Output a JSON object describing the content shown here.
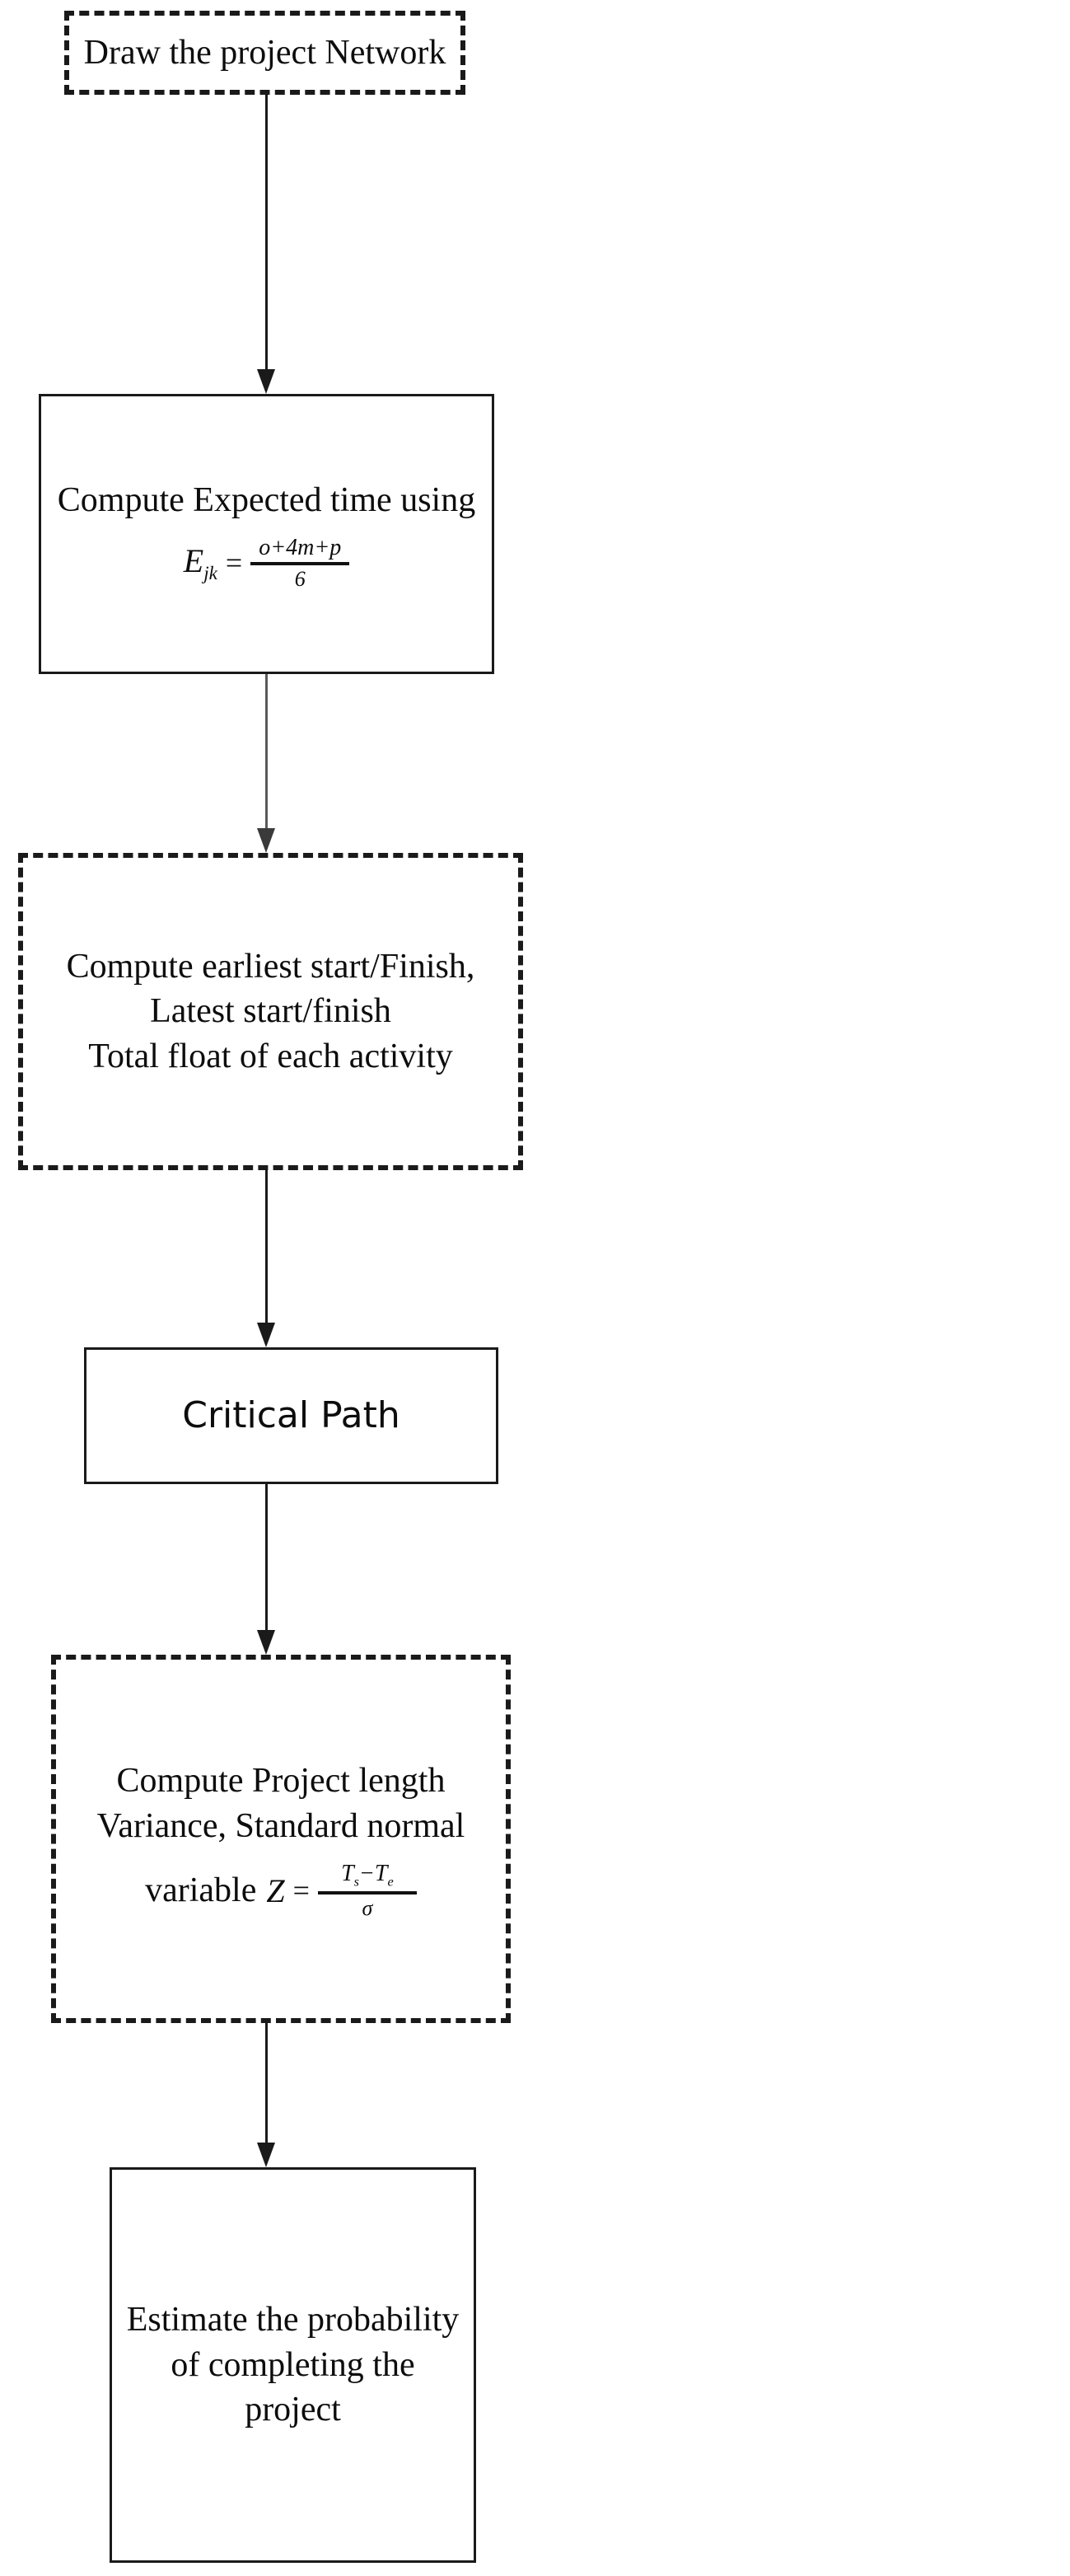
{
  "diagram": {
    "title": "PERT / CPM project analysis flowchart",
    "accent_color": "#1a1a1a",
    "background_color": "#ffffff",
    "nodes": [
      {
        "id": "draw-network",
        "shape": "dashed-rectangle",
        "lines": [
          "Draw the project Network"
        ]
      },
      {
        "id": "expected-time",
        "shape": "solid-rectangle",
        "lines": [
          "Compute Expected time using"
        ],
        "formula": {
          "lhs": "E",
          "lhs_sub": "jk",
          "operator": "=",
          "numerator": "o+4m+p",
          "denominator": "6"
        }
      },
      {
        "id": "floats",
        "shape": "dashed-rectangle",
        "lines": [
          "Compute earliest start/Finish,",
          "Latest start/finish",
          "Total float of each activity"
        ]
      },
      {
        "id": "critical-path",
        "shape": "solid-rectangle",
        "lines": [
          "Critical Path"
        ]
      },
      {
        "id": "project-length",
        "shape": "dashed-rectangle",
        "lines": [
          "Compute Project length",
          "Variance, Standard normal"
        ],
        "formula": {
          "label": "variable",
          "lhs": "Z",
          "operator": "=",
          "numerator_left": "T",
          "numerator_left_sub": "s",
          "numerator_minus": "−",
          "numerator_right": "T",
          "numerator_right_sub": "e",
          "denominator": "σ"
        }
      },
      {
        "id": "estimate-probability",
        "shape": "solid-rectangle",
        "lines": [
          "Estimate the probability",
          "of completing the",
          "project"
        ]
      }
    ],
    "connectors": [
      {
        "id": "draw-to-expected",
        "from": "draw-network",
        "to": "expected-time",
        "style": "solid-arrow-down"
      },
      {
        "id": "expected-to-floats",
        "from": "expected-time",
        "to": "floats",
        "style": "gray-arrow-down"
      },
      {
        "id": "floats-to-critical",
        "from": "floats",
        "to": "critical-path",
        "style": "solid-arrow-down"
      },
      {
        "id": "critical-to-length",
        "from": "critical-path",
        "to": "project-length",
        "style": "solid-arrow-down"
      },
      {
        "id": "length-to-estimate",
        "from": "project-length",
        "to": "estimate-probability",
        "style": "solid-arrow-down"
      }
    ]
  }
}
